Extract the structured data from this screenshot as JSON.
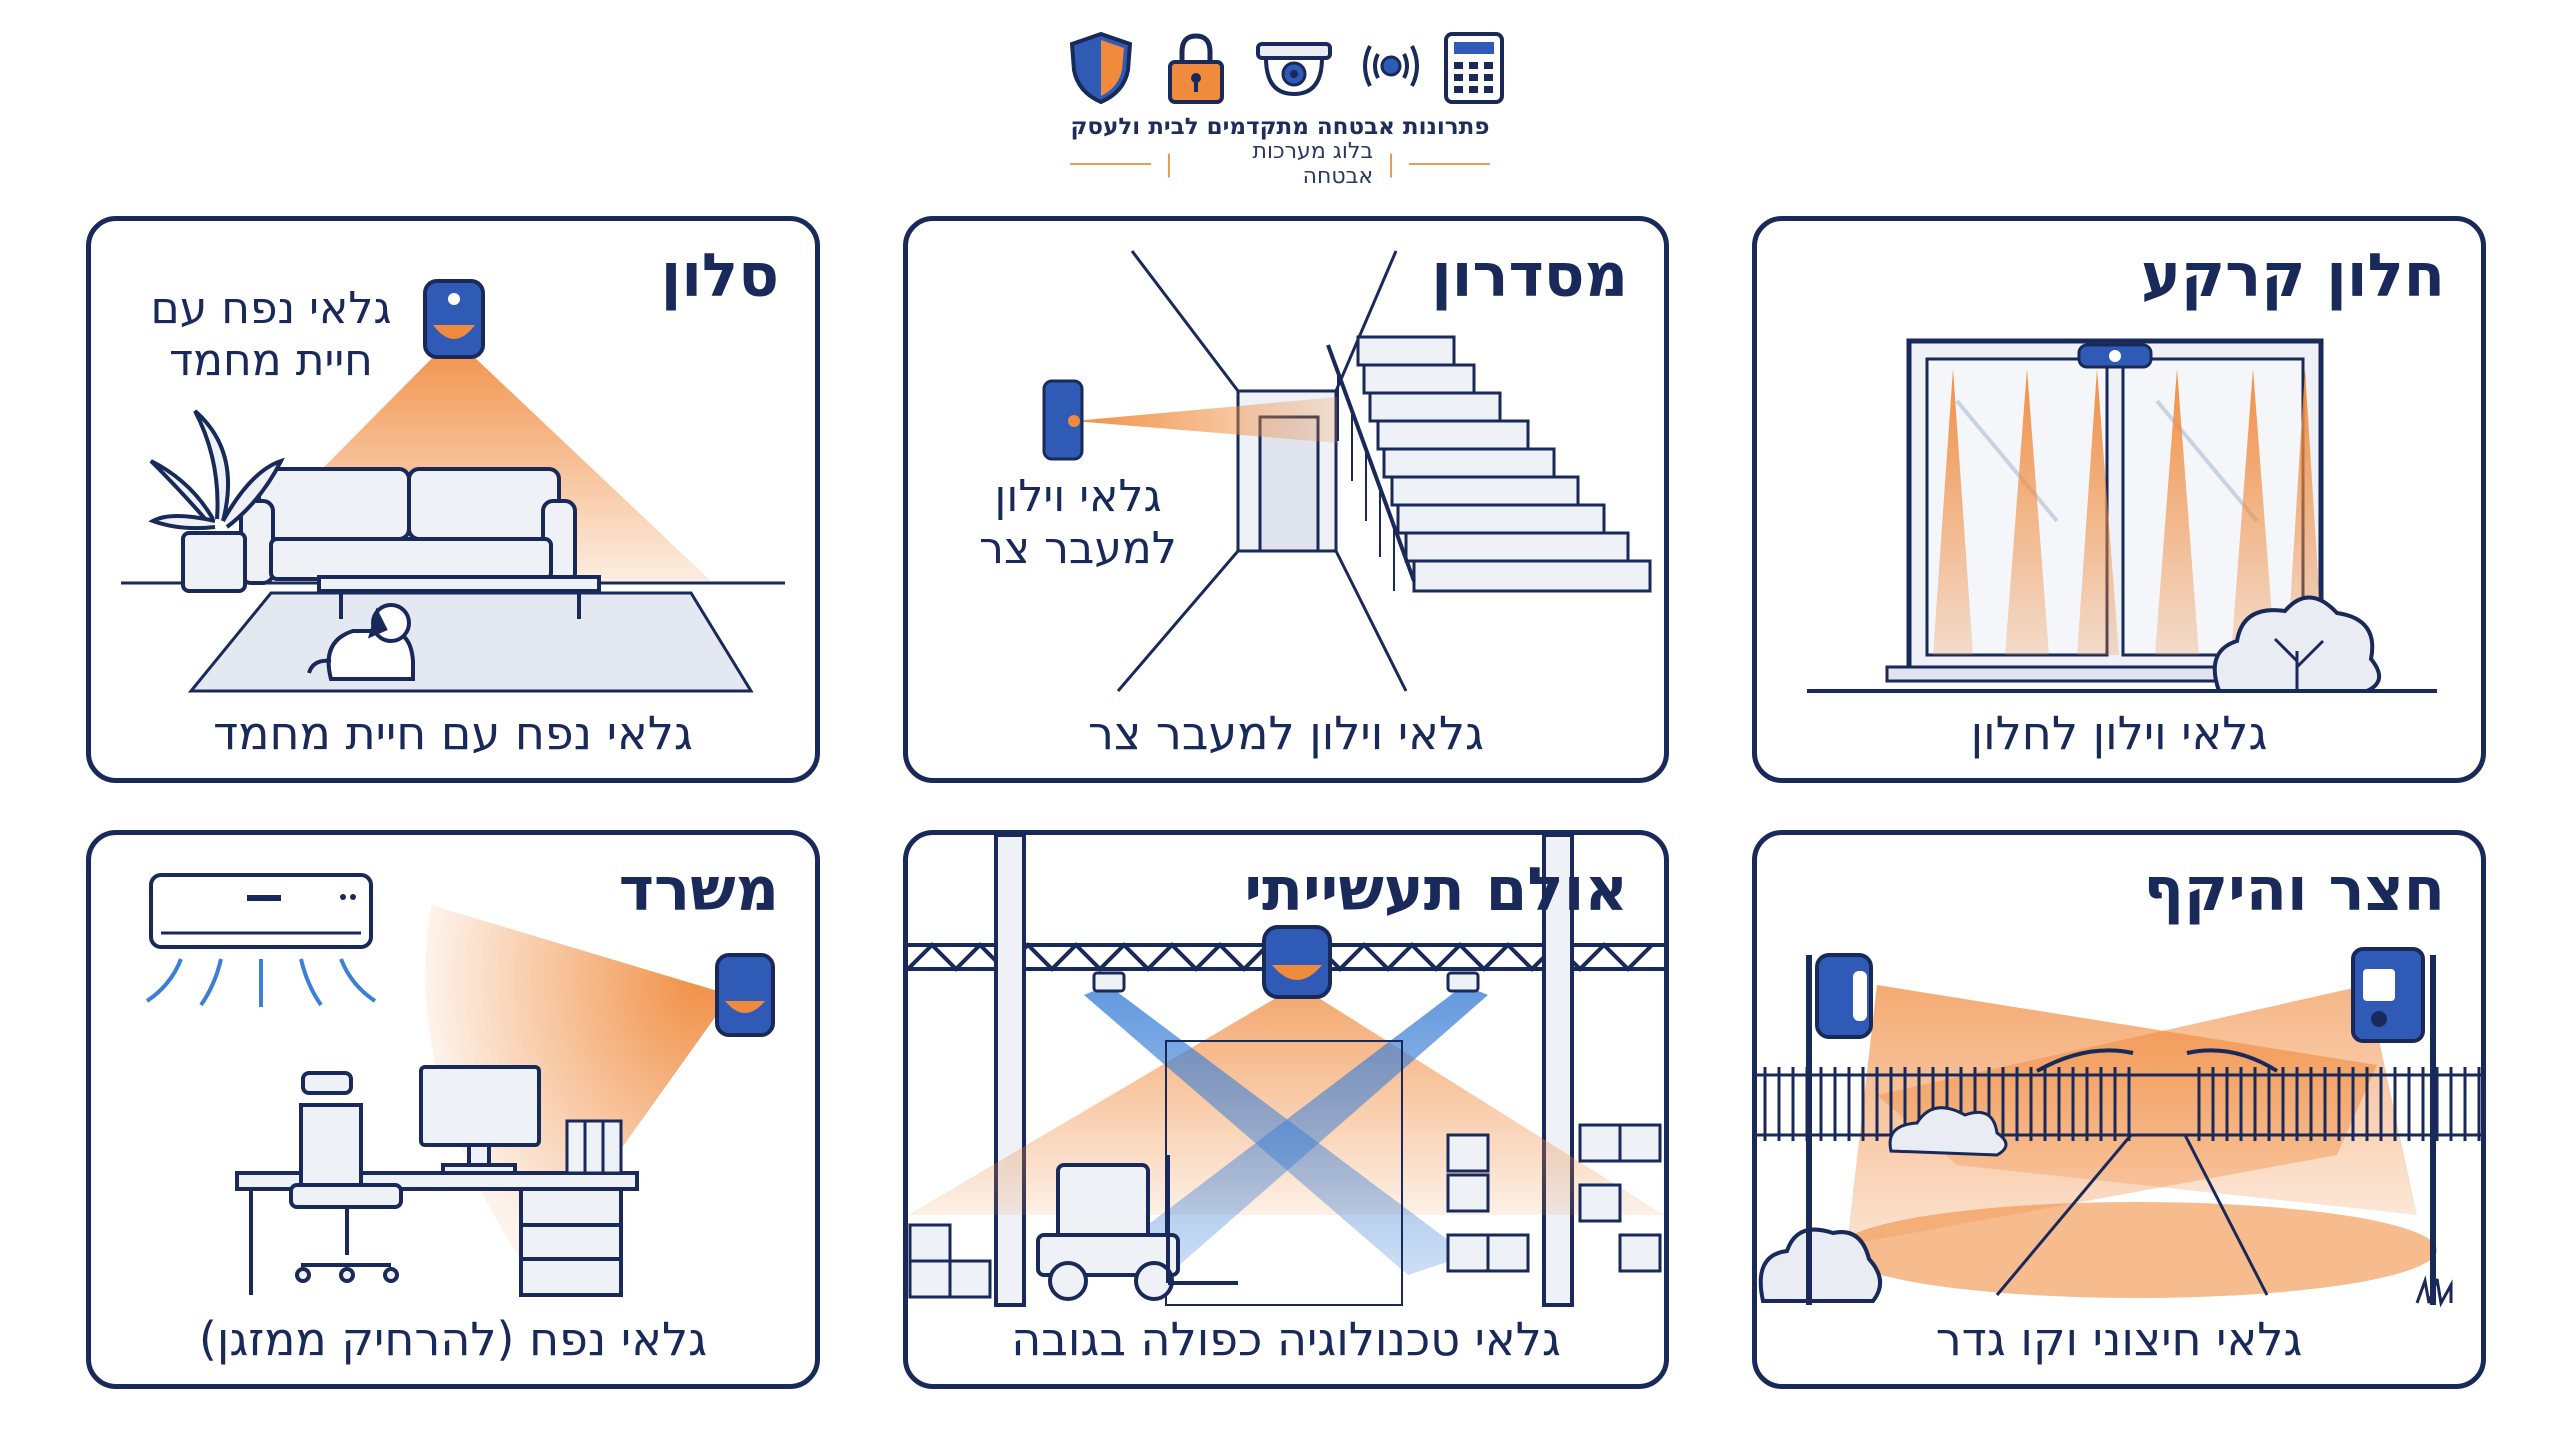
{
  "header": {
    "title": "פתרונות אבטחה מתקדמים לבית ולעסק",
    "subtitle": "בלוג מערכות אבטחה",
    "icons": [
      "shield-icon",
      "padlock-icon",
      "dome-camera-icon",
      "wireless-signal-icon",
      "keypad-icon"
    ]
  },
  "panels": [
    {
      "id": "floor-window",
      "title": "חלון קרקע",
      "caption": "גלאי וילון לחלון"
    },
    {
      "id": "corridor",
      "title": "מסדרון",
      "caption": "גלאי וילון למעבר צר",
      "note_line1": "גלאי וילון",
      "note_line2": "למעבר צר"
    },
    {
      "id": "living-room",
      "title": "סלון",
      "caption": "גלאי נפח עם חיית מחמד",
      "note_line1": "גלאי נפח עם",
      "note_line2": "חיית מחמד"
    },
    {
      "id": "yard",
      "title": "חצר והיקף",
      "caption": "גלאי חיצוני וקו גדר"
    },
    {
      "id": "industrial-hall",
      "title": "אולם תעשייתי",
      "caption": "גלאי טכנולוגיה כפולה בגובה"
    },
    {
      "id": "office",
      "title": "משרד",
      "caption": "גלאי נפח (להרחיק ממזגן)"
    }
  ],
  "colors": {
    "navy": "#18295a",
    "detector_blue": "#2f5bb7",
    "beam_orange": "#f08a3c",
    "beam_blue": "#3b7fd6",
    "fill_gray": "#e9ecf2"
  }
}
